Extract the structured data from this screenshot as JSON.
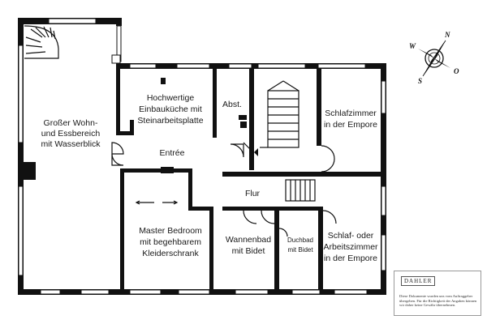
{
  "rooms": {
    "wohnbereich": [
      "Großer Wohn-",
      "und Essbereich",
      "mit Wasserblick"
    ],
    "kueche": [
      "Hochwertige",
      "Einbauküche mit",
      "Steinarbeitsplatte"
    ],
    "abst": "Abst.",
    "schlafzimmer_empore": [
      "Schlafzimmer",
      "in der Empore"
    ],
    "entree": "Entrée",
    "flur": "Flur",
    "master": [
      "Master Bedroom",
      "mit begehbarem",
      "Kleiderschrank"
    ],
    "wannenbad": [
      "Wannenbad",
      "mit Bidet"
    ],
    "duschbad": [
      "Duchbad",
      "mit Bidet"
    ],
    "arbeitszimmer": [
      "Schlaf- oder",
      "Arbeitszimmer",
      "in der Empore"
    ]
  },
  "compass": {
    "n": "N",
    "o": "O",
    "s": "S",
    "w": "W"
  },
  "disclaimer": {
    "brand": "DAHLER",
    "text": "Diese Dokumente wurden uns vom Auftraggeber übergeben. Für die Richtigkeit der Angaben können wir daher keine Gewähr übernehmen."
  }
}
